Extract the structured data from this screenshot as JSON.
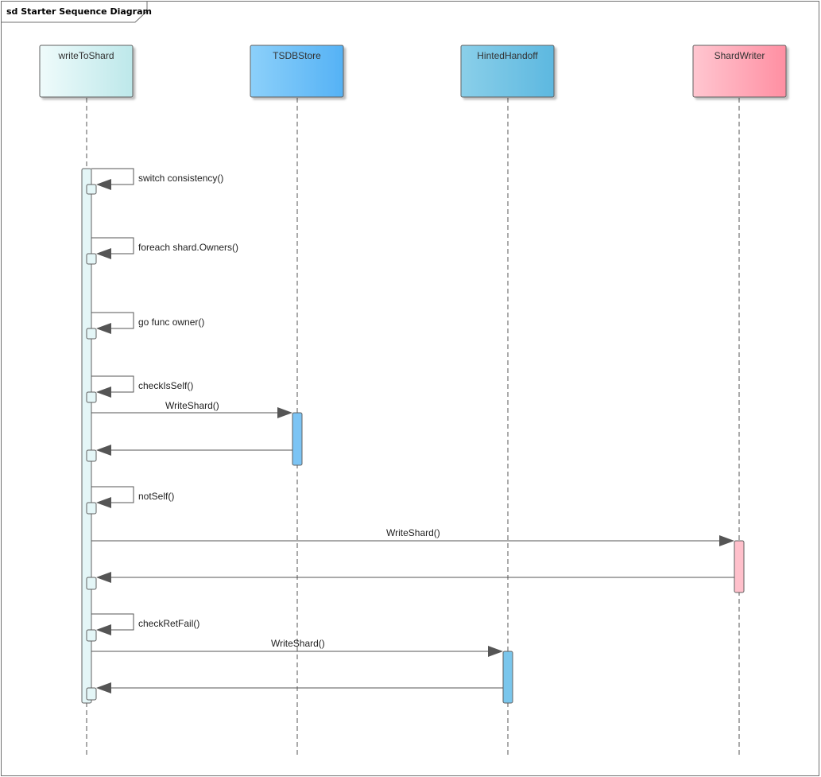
{
  "frame": {
    "title": "sd Starter Sequence Diagram"
  },
  "participants": [
    {
      "id": "writeToShard",
      "label": "writeToShard",
      "fill_from": "#EFFBFB",
      "fill_to": "#BDE8EA",
      "activation_fill": "#E4F6F7"
    },
    {
      "id": "TSDBStore",
      "label": "TSDBStore",
      "fill_from": "#8CD0FA",
      "fill_to": "#55B2F5",
      "activation_fill": "#7CC4F4"
    },
    {
      "id": "HintedHandoff",
      "label": "HintedHandoff",
      "fill_from": "#8ACFE9",
      "fill_to": "#5DB8E0",
      "activation_fill": "#7AC6EC"
    },
    {
      "id": "ShardWriter",
      "label": "ShardWriter",
      "fill_from": "#FFC6D0",
      "fill_to": "#FF8FA2",
      "activation_fill": "#FFC0CB"
    }
  ],
  "messages": [
    {
      "kind": "self",
      "from": "writeToShard",
      "to": "writeToShard",
      "label": "switch consistency()"
    },
    {
      "kind": "self",
      "from": "writeToShard",
      "to": "writeToShard",
      "label": "foreach shard.Owners()"
    },
    {
      "kind": "self",
      "from": "writeToShard",
      "to": "writeToShard",
      "label": "go func owner()"
    },
    {
      "kind": "self",
      "from": "writeToShard",
      "to": "writeToShard",
      "label": "checkIsSelf()"
    },
    {
      "kind": "call",
      "from": "writeToShard",
      "to": "TSDBStore",
      "label": "WriteShard()"
    },
    {
      "kind": "return",
      "from": "TSDBStore",
      "to": "writeToShard",
      "label": ""
    },
    {
      "kind": "self",
      "from": "writeToShard",
      "to": "writeToShard",
      "label": "notSelf()"
    },
    {
      "kind": "call",
      "from": "writeToShard",
      "to": "ShardWriter",
      "label": "WriteShard()"
    },
    {
      "kind": "return",
      "from": "ShardWriter",
      "to": "writeToShard",
      "label": ""
    },
    {
      "kind": "self",
      "from": "writeToShard",
      "to": "writeToShard",
      "label": "checkRetFail()"
    },
    {
      "kind": "call",
      "from": "writeToShard",
      "to": "HintedHandoff",
      "label": "WriteShard()"
    },
    {
      "kind": "return",
      "from": "HintedHandoff",
      "to": "writeToShard",
      "label": ""
    }
  ],
  "colors": {
    "line": "#555555",
    "border": "#606060",
    "arrow": "#555555"
  }
}
